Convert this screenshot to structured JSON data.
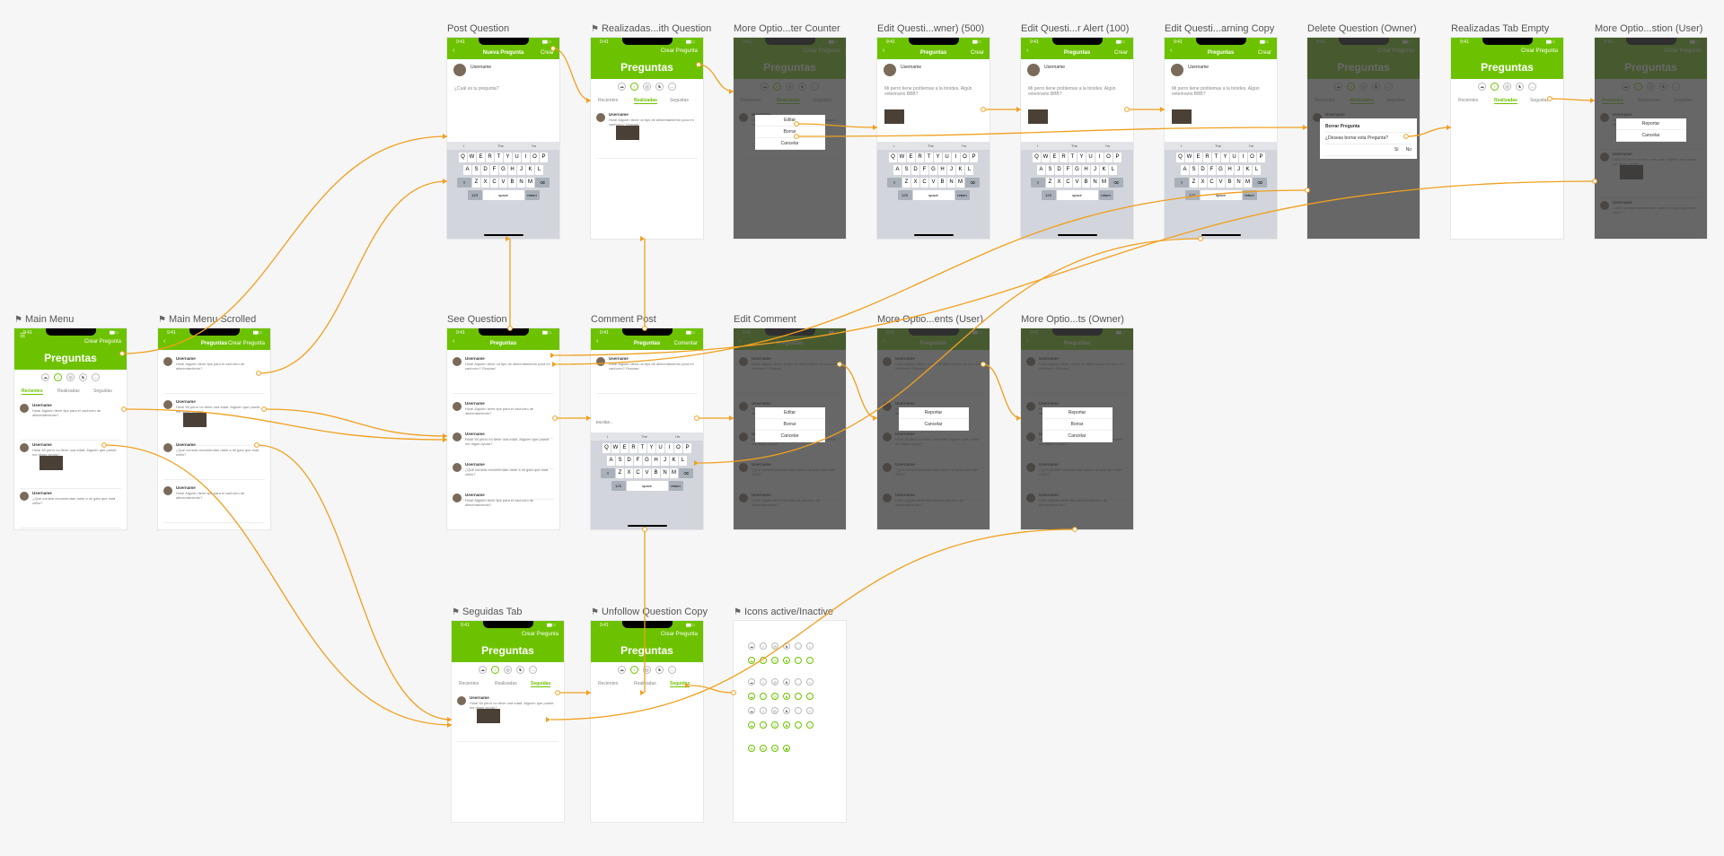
{
  "canvas": {
    "background": "#f6f6f6",
    "accent": "#6dc200",
    "link_color": "#f0a020"
  },
  "common": {
    "status_time": "9:41",
    "app_title": "Preguntas",
    "create_label": "Crear Pregunta",
    "back_icon": "chevron-left-icon",
    "menu_icon": "hamburger-icon",
    "tabs": [
      "Recientes",
      "Realizadas",
      "Seguidas"
    ],
    "username": "Username",
    "keyboard_rows": [
      [
        "Q",
        "W",
        "E",
        "R",
        "T",
        "Y",
        "U",
        "I",
        "O",
        "P"
      ],
      [
        "A",
        "S",
        "D",
        "F",
        "G",
        "H",
        "J",
        "K",
        "L"
      ],
      [
        "Z",
        "X",
        "C",
        "V",
        "B",
        "N",
        "M"
      ]
    ],
    "keyboard_suggestions": [
      "I",
      "The",
      "I'm"
    ],
    "key_123": "123",
    "key_space": "space",
    "key_return": "return"
  },
  "boards": [
    {
      "id": "main-menu",
      "label": "Main Menu",
      "flag": true
    },
    {
      "id": "main-menu-scrolled",
      "label": "Main Menu Scrolled",
      "flag": true
    },
    {
      "id": "post-question",
      "label": "Post Question",
      "flag": false
    },
    {
      "id": "realizadas-with-question",
      "label": "Realizadas...ith Question",
      "flag": true
    },
    {
      "id": "more-options-counter",
      "label": "More Optio...ter Counter",
      "flag": false
    },
    {
      "id": "edit-question-owner-500",
      "label": "Edit Questi...wner) (500)",
      "flag": false
    },
    {
      "id": "edit-question-alert-100",
      "label": "Edit Questi...r Alert (100)",
      "flag": false
    },
    {
      "id": "edit-question-warning-copy",
      "label": "Edit Questi...arning Copy",
      "flag": false
    },
    {
      "id": "delete-question-owner",
      "label": "Delete Question (Owner)",
      "flag": false
    },
    {
      "id": "realizadas-tab-empty",
      "label": "Realizadas Tab Empty",
      "flag": false
    },
    {
      "id": "more-options-question-user",
      "label": "More Optio...stion (User)",
      "flag": false
    },
    {
      "id": "see-question",
      "label": "See Question",
      "flag": false
    },
    {
      "id": "comment-post",
      "label": "Comment Post",
      "flag": false
    },
    {
      "id": "edit-comment",
      "label": "Edit Comment",
      "flag": false
    },
    {
      "id": "more-options-comments-user",
      "label": "More Optio...ents  (User)",
      "flag": false
    },
    {
      "id": "more-options-comments-owner",
      "label": "More Optio...ts  (Owner)",
      "flag": false
    },
    {
      "id": "seguidas-tab",
      "label": "Seguidas Tab",
      "flag": true
    },
    {
      "id": "unfollow-question-copy",
      "label": "Unfollow Question Copy",
      "flag": true
    },
    {
      "id": "icons-active-inactive",
      "label": "Icons active/Inactive",
      "flag": true
    }
  ],
  "screens": {
    "main_menu": {
      "posts": [
        {
          "name": "Username",
          "text": "Hola! Alguien tiene tips para el cachorro de alimentamiento?"
        },
        {
          "name": "Username",
          "text": "Hola! Mi perro no tiene una edad. Alguien que puede me digas ayuda?"
        },
        {
          "name": "Username",
          "text": "¿Qué comida recomiendan darle a mi gato que está chillo?"
        }
      ]
    },
    "post_question": {
      "nav_title": "Nueva Pregunta",
      "nav_right": "Crear",
      "placeholder": "¿Cuál es tu pregunta?"
    },
    "edit_question": {
      "nav_title": "Preguntas",
      "nav_right": "Crear",
      "text": "Mi perro tiene problemas a la tiroides. Algún veterinario BBB?"
    },
    "more_options_counter": {
      "options": [
        "Editar",
        "Borrar",
        "Cancelar"
      ]
    },
    "delete_question": {
      "title": "Borrar Pregunta",
      "message": "¿Deseas borrar esta Pregunta?",
      "options": [
        "Sí",
        "No"
      ]
    },
    "more_options_question_user": {
      "options": [
        "Reportar",
        "Cancelar"
      ]
    },
    "see_question": {
      "nav_title": "Preguntas",
      "question": "Hola! Alguien tiene un tips de alimentamiento para mi cachorro? Gracias!"
    },
    "comment_post": {
      "nav_title": "Preguntas",
      "nav_right": "Comentar",
      "placeholder": "Escribe..."
    },
    "edit_comment": {
      "options": [
        "Editar",
        "Borrar",
        "Cancelar"
      ]
    },
    "more_options_comments_user": {
      "options": [
        "Reportar",
        "Cancelar"
      ]
    },
    "more_options_comments_owner": {
      "options": [
        "Reportar",
        "Borrar",
        "Cancelar"
      ]
    },
    "seguidas_tab": {
      "post_text": "Hola! Mi perro no tiene una edad. Alguien que puede me digas ayuda?"
    }
  }
}
